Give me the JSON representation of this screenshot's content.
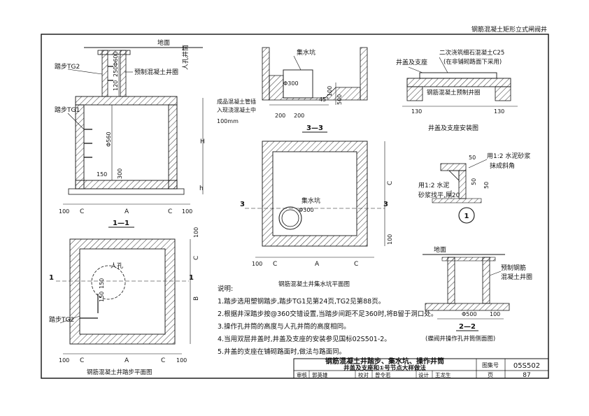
{
  "header": {
    "atlas_title": "钢筋混凝土矩形立式闸阀井"
  },
  "section_1_1": {
    "ground": "地面",
    "manhole_vertical": "人孔井筒",
    "step_tg2": "踏步TG2",
    "step_tg1": "踏步TG1",
    "precast_cover": "预制混凝土井圈",
    "dim_120": "120",
    "dim_250": "250",
    "dim_600": "Φ600",
    "dim_560": "Φ560",
    "dim_150": "150",
    "dim_300": "300",
    "dim_h_upper": "H",
    "dim_h_lower": "h",
    "dim_100a": "100",
    "dim_100b": "100",
    "dim_c1": "C",
    "dim_a": "A",
    "dim_c2": "C",
    "title": "1—1"
  },
  "sump_detail": {
    "label": "集水坑",
    "dim_phi300": "Φ300",
    "angle": "45°",
    "pipe_note_1": "成品混凝土管插",
    "pipe_note_2": "入现浇混凝土中",
    "dim_100mm": "100mm",
    "dim_200a": "200",
    "dim_200b": "200",
    "dim_500": "500",
    "dim_100": "100"
  },
  "cover_detail": {
    "note_1": "二次浇筑细石混凝土C25",
    "note_2": "(在非铺砌路面下采用)",
    "cover_seat": "井盖及支座",
    "precast_ring": "钢筋混凝土预制井圈",
    "dim_130a": "130",
    "dim_130b": "130",
    "title": "井盖及支座安装图"
  },
  "section_3_3": {
    "title": "3—3",
    "sump": "集水坑",
    "phi300": "Φ300",
    "mark_left": "3",
    "mark_right": "3",
    "dim_100": "100",
    "dim_c1": "C",
    "dim_a": "A",
    "dim_c2": "C",
    "dim_100r": "100",
    "dim_cr": "C",
    "caption": "钢筋混凝土井集水坑平面图"
  },
  "node_1": {
    "dim_50a": "50",
    "note_mortar_1": "用1:2 水泥砂浆",
    "note_mortar_2": "抹成斜角",
    "dim_50b": "50",
    "dim_50c": "50",
    "note_level_1": "用1:2 水泥",
    "note_level_2": "砂浆找平,厚20",
    "marker": "1"
  },
  "plan_1": {
    "manhole": "人孔",
    "dim_150": "150",
    "dim_150b": "150",
    "step_tg2": "踏步TG2",
    "mark_left": "1",
    "mark_right": "1",
    "dim_100a": "100",
    "dim_c1": "C",
    "dim_a": "A",
    "dim_c2": "C",
    "dim_100b": "100",
    "dim_r100a": "100",
    "dim_rc": "C",
    "dim_rb": "B",
    "caption": "钢筋混凝土井踏步平面图"
  },
  "notes": {
    "heading": "说明:",
    "items": [
      "1.踏步选用塑钢踏步,踏步TG1见第24页,TG2见第88页。",
      "2.根据井深踏步按@360交错设置,当踏步间距不足360时,将B留于洞口处。",
      "3.操作孔井筒的高度与人孔井筒的高度相同。",
      "4.当用双层井盖时,井盖及支座的安装参见国标02S501-2。",
      "5.井盖的支座在铺砌路面时,做法与路面同。"
    ]
  },
  "section_2_2": {
    "ground": "地面",
    "precast_1": "预制钢筋",
    "precast_2": "混凝土井圈",
    "dim_500": "Φ500",
    "dim_100": "100",
    "title": "2—2",
    "caption": "(蝶阀井操作孔井筒侧面图)"
  },
  "title_block": {
    "main_title_1": "钢筋混凝土井踏步、集水坑、操作井筒",
    "main_title_2": "井盖及支座和①号节点大样做法",
    "atlas_label": "图集号",
    "atlas_no": "05S502",
    "review_label": "审核",
    "reviewer": "郭英雄",
    "check_label": "校对",
    "checker": "曾令若",
    "design_label": "设计",
    "designer": "王龙生",
    "page_label": "页",
    "page_no": "87"
  },
  "colors": {
    "ink": "#111111",
    "paper": "#ffffff"
  }
}
